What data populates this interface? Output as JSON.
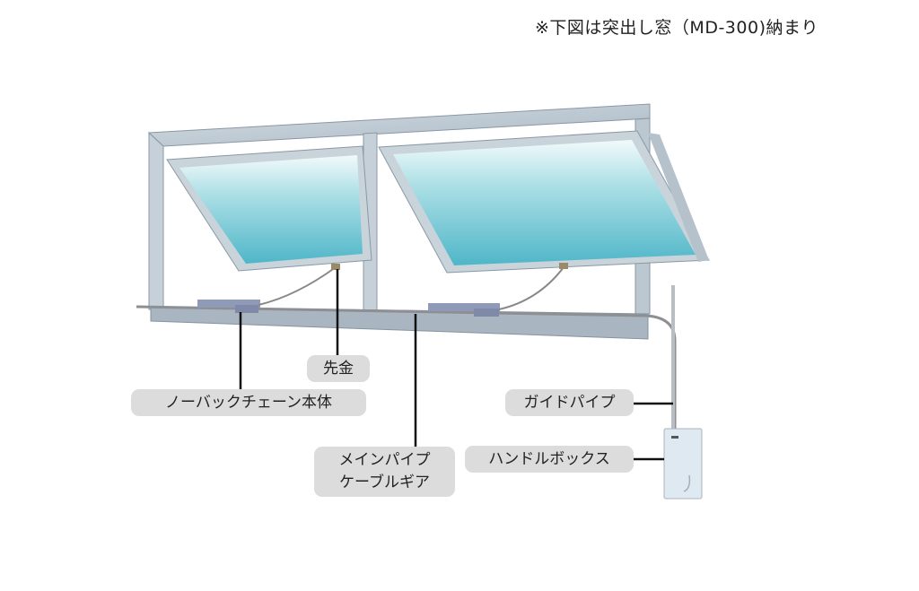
{
  "note": "※下図は突出し窓（MD-300)納まり",
  "labels": {
    "tip_hardware": "先金",
    "no_back_chain": "ノーバックチェーン本体",
    "main_pipe_line1": "メインパイプ",
    "main_pipe_line2": "ケーブルギア",
    "guide_pipe": "ガイドパイプ",
    "handle_box": "ハンドルボックス"
  },
  "colors": {
    "frame": "#b9c6d0",
    "glass_top": "#e8f6f8",
    "glass_bottom": "#5fbfcf",
    "label_bg": "#dcdcdc",
    "leader": "#111111"
  }
}
